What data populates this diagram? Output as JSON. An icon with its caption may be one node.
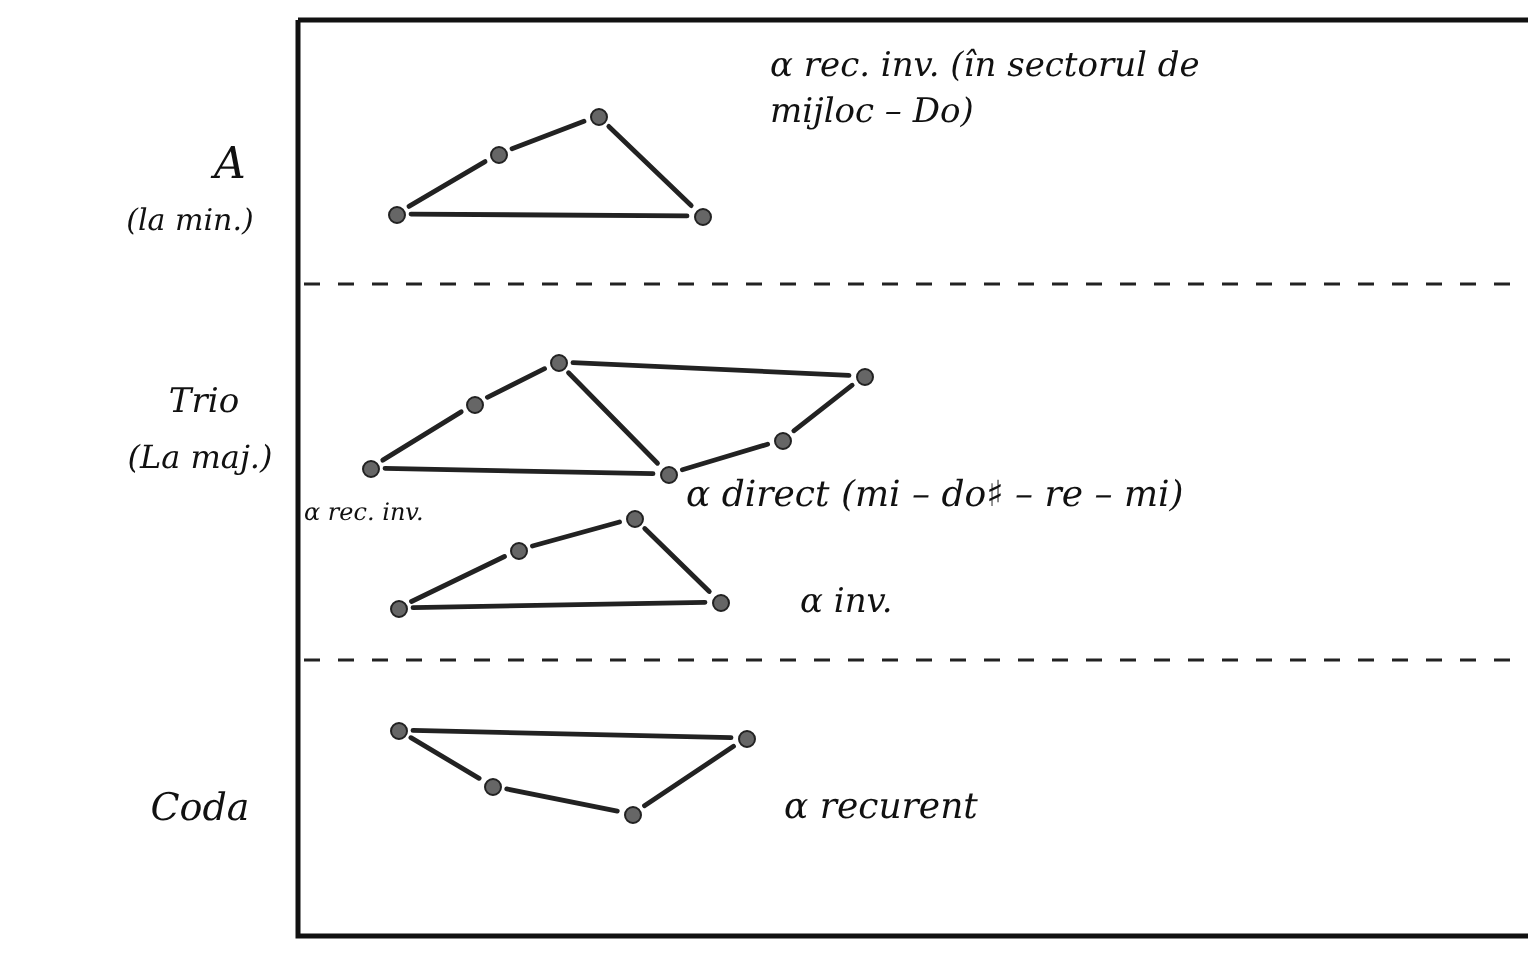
{
  "diagram": {
    "nodes": [
      {
        "text": [],
        "shape": "circle"
      },
      {
        "text": [],
        "shape": "circle"
      },
      {
        "text": [],
        "shape": "circle"
      },
      {
        "text": [],
        "shape": "circle"
      },
      {
        "text": [],
        "shape": "circle"
      },
      {
        "text": [],
        "shape": "circle"
      },
      {
        "text": [],
        "shape": "circle"
      },
      {
        "text": [],
        "shape": "circle"
      },
      {
        "text": [],
        "shape": "circle"
      },
      {
        "text": [],
        "shape": "circle"
      },
      {
        "text": [],
        "shape": "circle"
      },
      {
        "text": [],
        "shape": "circle"
      },
      {
        "text": [],
        "shape": "circle"
      },
      {
        "text": [],
        "shape": "circle"
      },
      {
        "text": [],
        "shape": "circle"
      },
      {
        "text": [],
        "shape": "circle"
      },
      {
        "text": [],
        "shape": "circle"
      },
      {
        "text": [],
        "shape": "circle"
      }
    ],
    "edges": [
      {
        "from": 0,
        "to": 1,
        "arrow": "none"
      },
      {
        "from": 1,
        "to": 2,
        "arrow": "none"
      },
      {
        "from": 2,
        "to": 3,
        "arrow": "none"
      },
      {
        "from": 0,
        "to": 3,
        "arrow": "none"
      },
      {
        "from": 4,
        "to": 5,
        "arrow": "none"
      },
      {
        "from": 5,
        "to": 6,
        "arrow": "none"
      },
      {
        "from": 6,
        "to": 9,
        "arrow": "none"
      },
      {
        "from": 6,
        "to": 7,
        "arrow": "none"
      },
      {
        "from": 9,
        "to": 8,
        "arrow": "none"
      },
      {
        "from": 8,
        "to": 7,
        "arrow": "none"
      },
      {
        "from": 4,
        "to": 7,
        "arrow": "none"
      },
      {
        "from": 10,
        "to": 11,
        "arrow": "none"
      },
      {
        "from": 11,
        "to": 12,
        "arrow": "none"
      },
      {
        "from": 12,
        "to": 13,
        "arrow": "none"
      },
      {
        "from": 10,
        "to": 13,
        "arrow": "none"
      },
      {
        "from": 14,
        "to": 17,
        "arrow": "none"
      },
      {
        "from": 14,
        "to": 15,
        "arrow": "none"
      },
      {
        "from": 15,
        "to": 16,
        "arrow": "none"
      },
      {
        "from": 16,
        "to": 17,
        "arrow": "none"
      }
    ],
    "labels": [
      "A",
      "(la min.)",
      "α rec. inv. (în sectorul de mijloc – Do)",
      "Trio",
      "(La maj.)",
      "α rec. inv.",
      "α direct (mi – do♯ – re – mi)",
      "α inv.",
      "Coda",
      "α recurent"
    ]
  }
}
